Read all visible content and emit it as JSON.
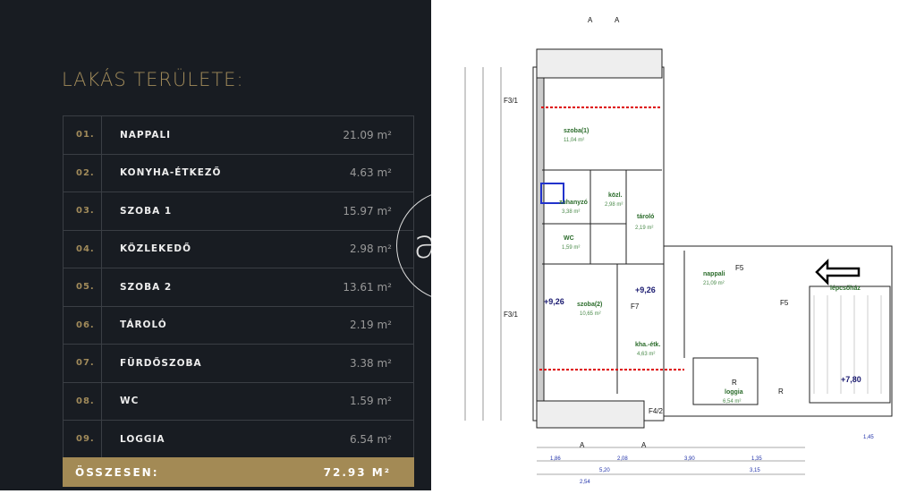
{
  "title": "LAKÁS TERÜLETE:",
  "rooms": [
    {
      "num": "01.",
      "name": "NAPPALI",
      "area": "21.09 m²"
    },
    {
      "num": "02.",
      "name": "KONYHA-ÉTKEZŐ",
      "area": "4.63 m²"
    },
    {
      "num": "03.",
      "name": "SZOBA 1",
      "area": "15.97 m²"
    },
    {
      "num": "04.",
      "name": "KÖZLEKEDŐ",
      "area": "2.98 m²"
    },
    {
      "num": "05.",
      "name": "SZOBA 2",
      "area": "13.61 m²"
    },
    {
      "num": "06.",
      "name": "TÁROLÓ",
      "area": "2.19 m²"
    },
    {
      "num": "07.",
      "name": "FÜRDŐSZOBA",
      "area": "3.38 m²"
    },
    {
      "num": "08.",
      "name": "WC",
      "area": "1.59 m²"
    },
    {
      "num": "09.",
      "name": "LOGGIA",
      "area": "6.54 m²"
    }
  ],
  "total": {
    "label": "ÖSSZESEN:",
    "value": "72.93 M²"
  },
  "deco_letter": "a",
  "plan": {
    "labels": {
      "szoba1": "szoba(1)",
      "szoba1_sub": "11,04 m²",
      "zuhanyzo": "zuhanyzó",
      "zuhanyzo_sub": "3,38 m²",
      "kozl": "közl.",
      "kozl_sub": "2,98 m²",
      "tarolo": "tároló",
      "tarolo_sub": "2,19 m²",
      "wc": "WC",
      "wc_sub": "1,59 m²",
      "szoba2": "szoba(2)",
      "szoba2_sub": "10,65 m²",
      "nappali": "nappali",
      "nappali_sub": "21,09 m²",
      "kha": "kha.-étk.",
      "kha_sub": "4,63 m²",
      "loggia": "loggia",
      "loggia_sub": "6,54 m²",
      "lepcsohaz": "lépcsőház"
    },
    "levels": [
      "+9,26",
      "+9,26",
      "+7,80"
    ],
    "tags": [
      "F3/1",
      "F3/1",
      "F5",
      "F5",
      "F7",
      "F4/2",
      "A",
      "A",
      "A",
      "A",
      "R",
      "R"
    ],
    "dims": [
      "1,86",
      "2,08",
      "3,90",
      "1,35",
      "5,20",
      "2,54",
      "3,15",
      "1,45"
    ]
  }
}
